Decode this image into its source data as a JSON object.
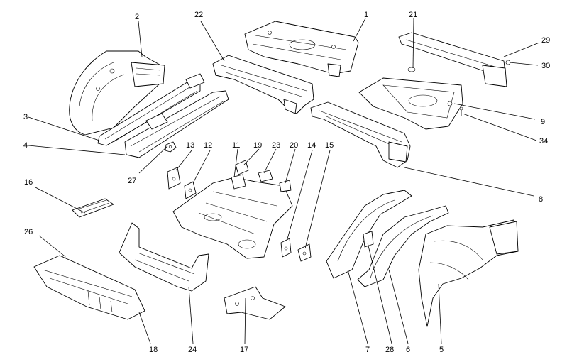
{
  "callouts": {
    "c1": "1",
    "c2": "2",
    "c3": "3",
    "c4": "4",
    "c5": "5",
    "c6": "6",
    "c7": "7",
    "c8": "8",
    "c9": "9",
    "c11": "11",
    "c12": "12",
    "c13": "13",
    "c14": "14",
    "c15": "15",
    "c16": "16",
    "c17": "17",
    "c18": "18",
    "c19": "19",
    "c20": "20",
    "c21": "21",
    "c22": "22",
    "c23": "23",
    "c24": "24",
    "c26": "26",
    "c27": "27",
    "c28": "28",
    "c29": "29",
    "c30": "30",
    "c34": "34"
  }
}
